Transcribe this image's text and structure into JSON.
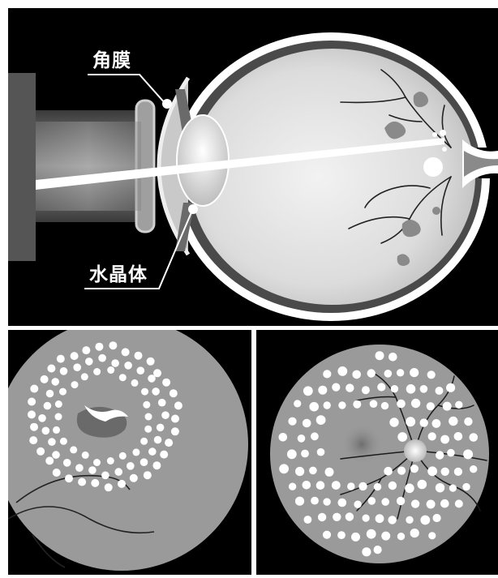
{
  "labels": {
    "cornea": "角膜",
    "lens": "水晶体"
  },
  "colors": {
    "background": "#000000",
    "panel_border": "#ffffff",
    "laser_beam": "#ffffff",
    "eye_fill": "#d9d9d9",
    "fundus_gray": "#9a9a9a",
    "laser_spot": "#ffffff",
    "vessel": "#1a1a1a"
  },
  "panels": [
    {
      "id": "top",
      "content": "eye-cross-section-laser"
    },
    {
      "id": "bottom-left",
      "content": "macular-laser-ring"
    },
    {
      "id": "bottom-right",
      "content": "panretinal-photocoagulation"
    }
  ]
}
